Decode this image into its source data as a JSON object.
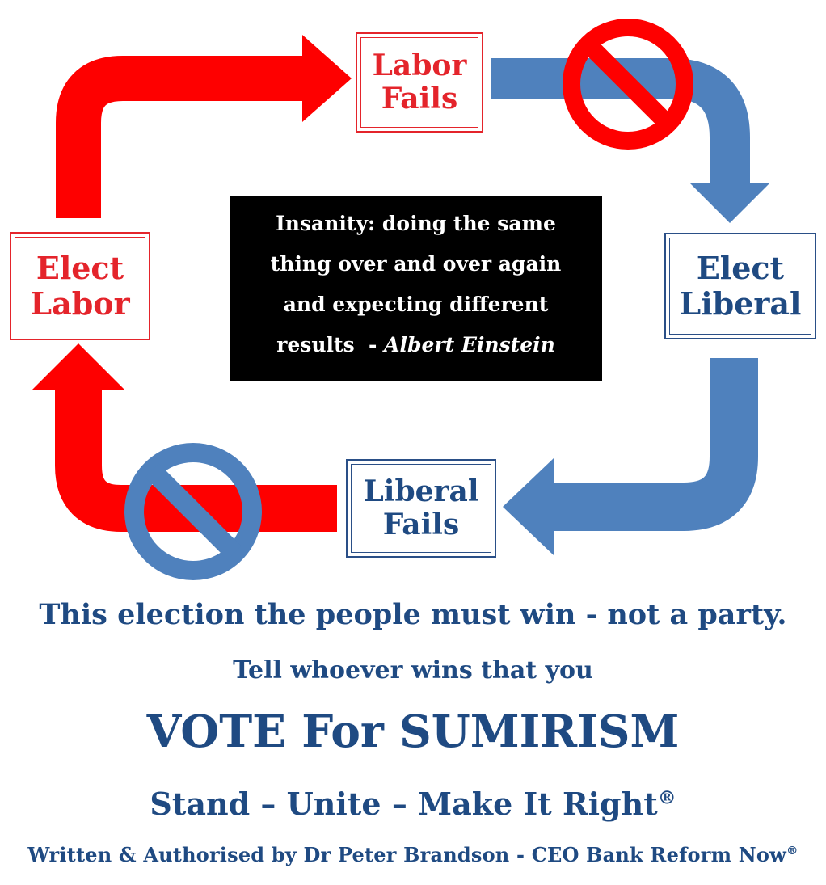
{
  "colors": {
    "red": "#fe0000",
    "blue": "#4f81bd",
    "navy": "#1f4a82",
    "black": "#000000"
  },
  "icons": [
    "arrow-right-icon",
    "arrow-down-icon",
    "arrow-left-icon",
    "arrow-up-icon",
    "prohibition-sign-icon"
  ],
  "cycle": {
    "labor_fails": "Labor\nFails",
    "elect_liberal": "Elect\nLiberal",
    "liberal_fails": "Liberal\nFails",
    "elect_labor": "Elect\nLabor"
  },
  "quote": {
    "line1": "Insanity: doing the same",
    "line2": "thing over and over again",
    "line3": "and expecting different",
    "line4_prefix": "results  - ",
    "author": "Albert Einstein"
  },
  "footer": {
    "slogan": "This election the people must win - not a party.",
    "tell": "Tell whoever wins that you",
    "vote": "VOTE For SUMIRISM",
    "stand": "Stand – Unite – Make It Right",
    "written": "Written & Authorised by Dr Peter Brandson - CEO Bank Reform Now",
    "registered_mark": "®"
  }
}
